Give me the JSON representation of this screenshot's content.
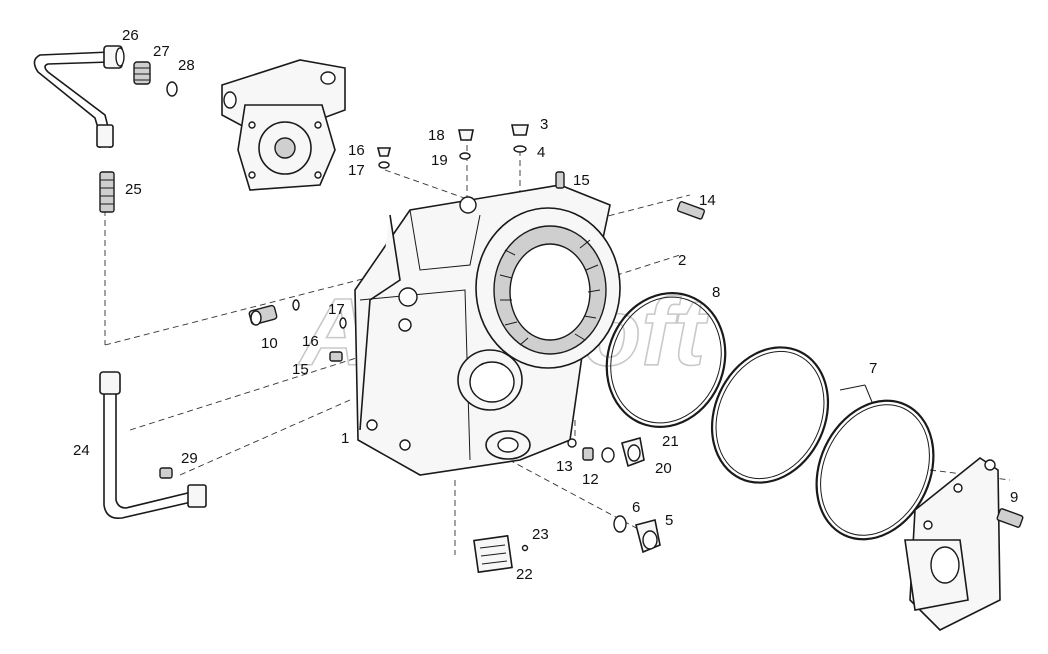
{
  "watermark": "AutoSoft",
  "callouts": [
    "1",
    "2",
    "3",
    "4",
    "5",
    "6",
    "7",
    "8",
    "9",
    "10",
    "12",
    "13",
    "14",
    "15",
    "15",
    "16",
    "16",
    "17",
    "17",
    "18",
    "19",
    "20",
    "21",
    "22",
    "23",
    "24",
    "25",
    "26",
    "27",
    "28",
    "29"
  ]
}
